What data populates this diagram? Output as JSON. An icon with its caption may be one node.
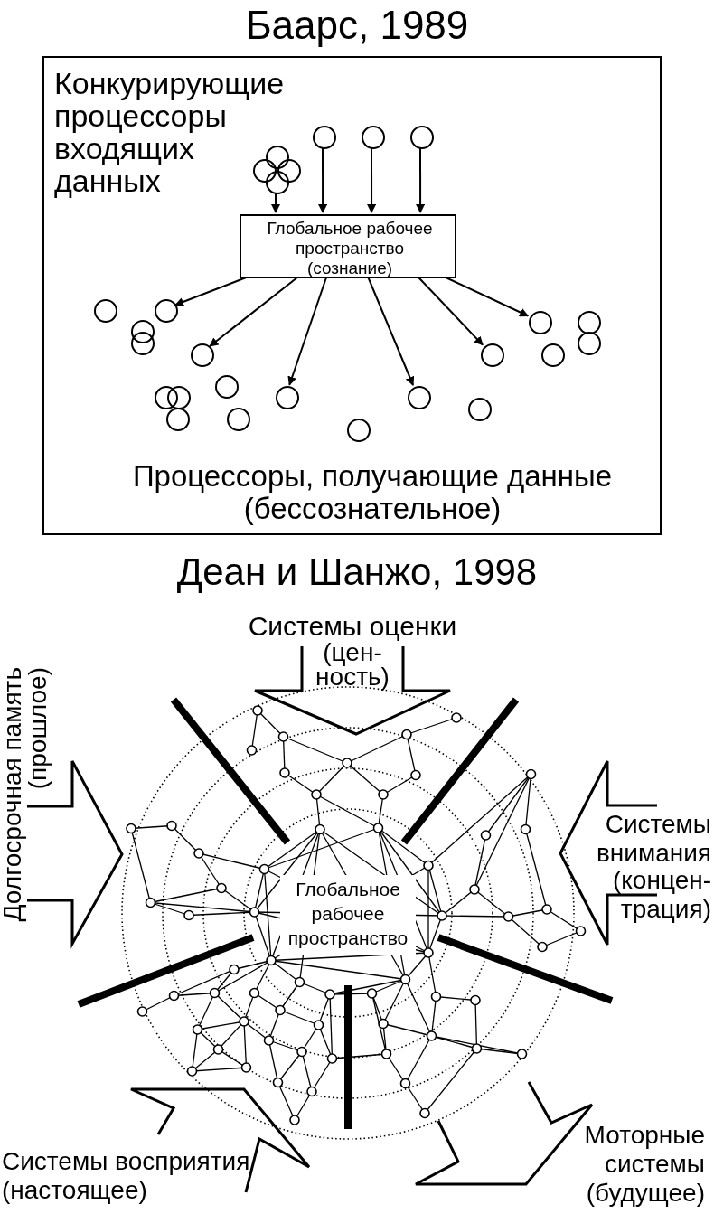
{
  "diagram": {
    "title": "Баарс, 1989",
    "nodes": [
      {
        "text": [
          "Конкурирующие процессоры входящих данных",
          "Процессоры, получающие данные (бессознательное)"
        ]
      },
      {
        "text": [
          "Глобальное рабочее пространство (сознание)"
        ],
        "in": 0
      },
      {
        "text": [],
        "shape": "circle",
        "in": 0
      },
      {
        "text": [],
        "shape": "circle",
        "in": 0
      },
      {
        "text": [],
        "shape": "circle",
        "in": 0
      },
      {
        "text": [],
        "shape": "circle",
        "in": 0
      },
      {
        "text": [],
        "shape": "circle",
        "in": 0
      },
      {
        "text": [],
        "shape": "circle",
        "in": 0
      },
      {
        "text": [],
        "shape": "circle",
        "in": 0
      },
      {
        "text": [],
        "shape": "circle",
        "in": 0
      },
      {
        "text": [],
        "shape": "circle",
        "in": 0
      },
      {
        "text": [],
        "shape": "circle",
        "in": 0
      },
      {
        "text": [],
        "shape": "circle",
        "in": 0
      },
      {
        "text": [],
        "shape": "circle",
        "in": 0
      },
      {
        "text": [],
        "shape": "circle",
        "in": 0
      },
      {
        "text": [],
        "shape": "circle",
        "in": 0
      },
      {
        "text": [],
        "shape": "circle",
        "in": 0
      },
      {
        "text": [],
        "shape": "circle",
        "in": 0
      },
      {
        "text": [],
        "shape": "circle",
        "in": 0
      },
      {
        "text": [],
        "shape": "circle",
        "in": 0
      },
      {
        "text": [],
        "shape": "circle",
        "in": 0
      },
      {
        "text": [],
        "shape": "circle",
        "in": 0
      },
      {
        "text": [],
        "shape": "circle",
        "in": 0
      },
      {
        "text": [],
        "shape": "circle",
        "in": 0
      },
      {
        "text": [],
        "shape": "circle",
        "in": 0
      },
      {
        "text": [],
        "shape": "circle",
        "in": 0
      },
      {
        "text": [],
        "shape": "circle",
        "in": 0
      },
      {
        "text": [],
        "shape": "circle",
        "in": 0
      },
      {
        "text": [
          "Глобальное рабочее пространство"
        ]
      },
      {
        "text": [
          "Системы оценки",
          "(цен- ность)"
        ]
      },
      {
        "text": [
          "Долгосрочная память",
          "(прошлое)"
        ]
      },
      {
        "text": [
          "Системы внимания",
          "(концен- трация)"
        ]
      },
      {
        "text": [
          "Системы восприятия",
          "(настоящее)"
        ]
      },
      {
        "text": [
          "Моторные системы",
          "(будущее)"
        ]
      }
    ],
    "edges": [
      {
        "from": 5,
        "to": 1,
        "arrow": "to"
      },
      {
        "from": 6,
        "to": 1,
        "arrow": "to"
      },
      {
        "from": 7,
        "to": 1,
        "arrow": "to"
      },
      {
        "from": 8,
        "to": 1,
        "arrow": "to"
      },
      {
        "from": 1,
        "to": 10,
        "arrow": "to"
      },
      {
        "from": 1,
        "to": 13,
        "arrow": "to"
      },
      {
        "from": 1,
        "to": 19,
        "arrow": "to"
      },
      {
        "from": 1,
        "to": 21,
        "arrow": "to"
      },
      {
        "from": 1,
        "to": 23,
        "arrow": "to"
      },
      {
        "from": 1,
        "to": 24,
        "arrow": "to"
      }
    ],
    "labels": [
      "Деан и Шанжо, 1998"
    ]
  }
}
